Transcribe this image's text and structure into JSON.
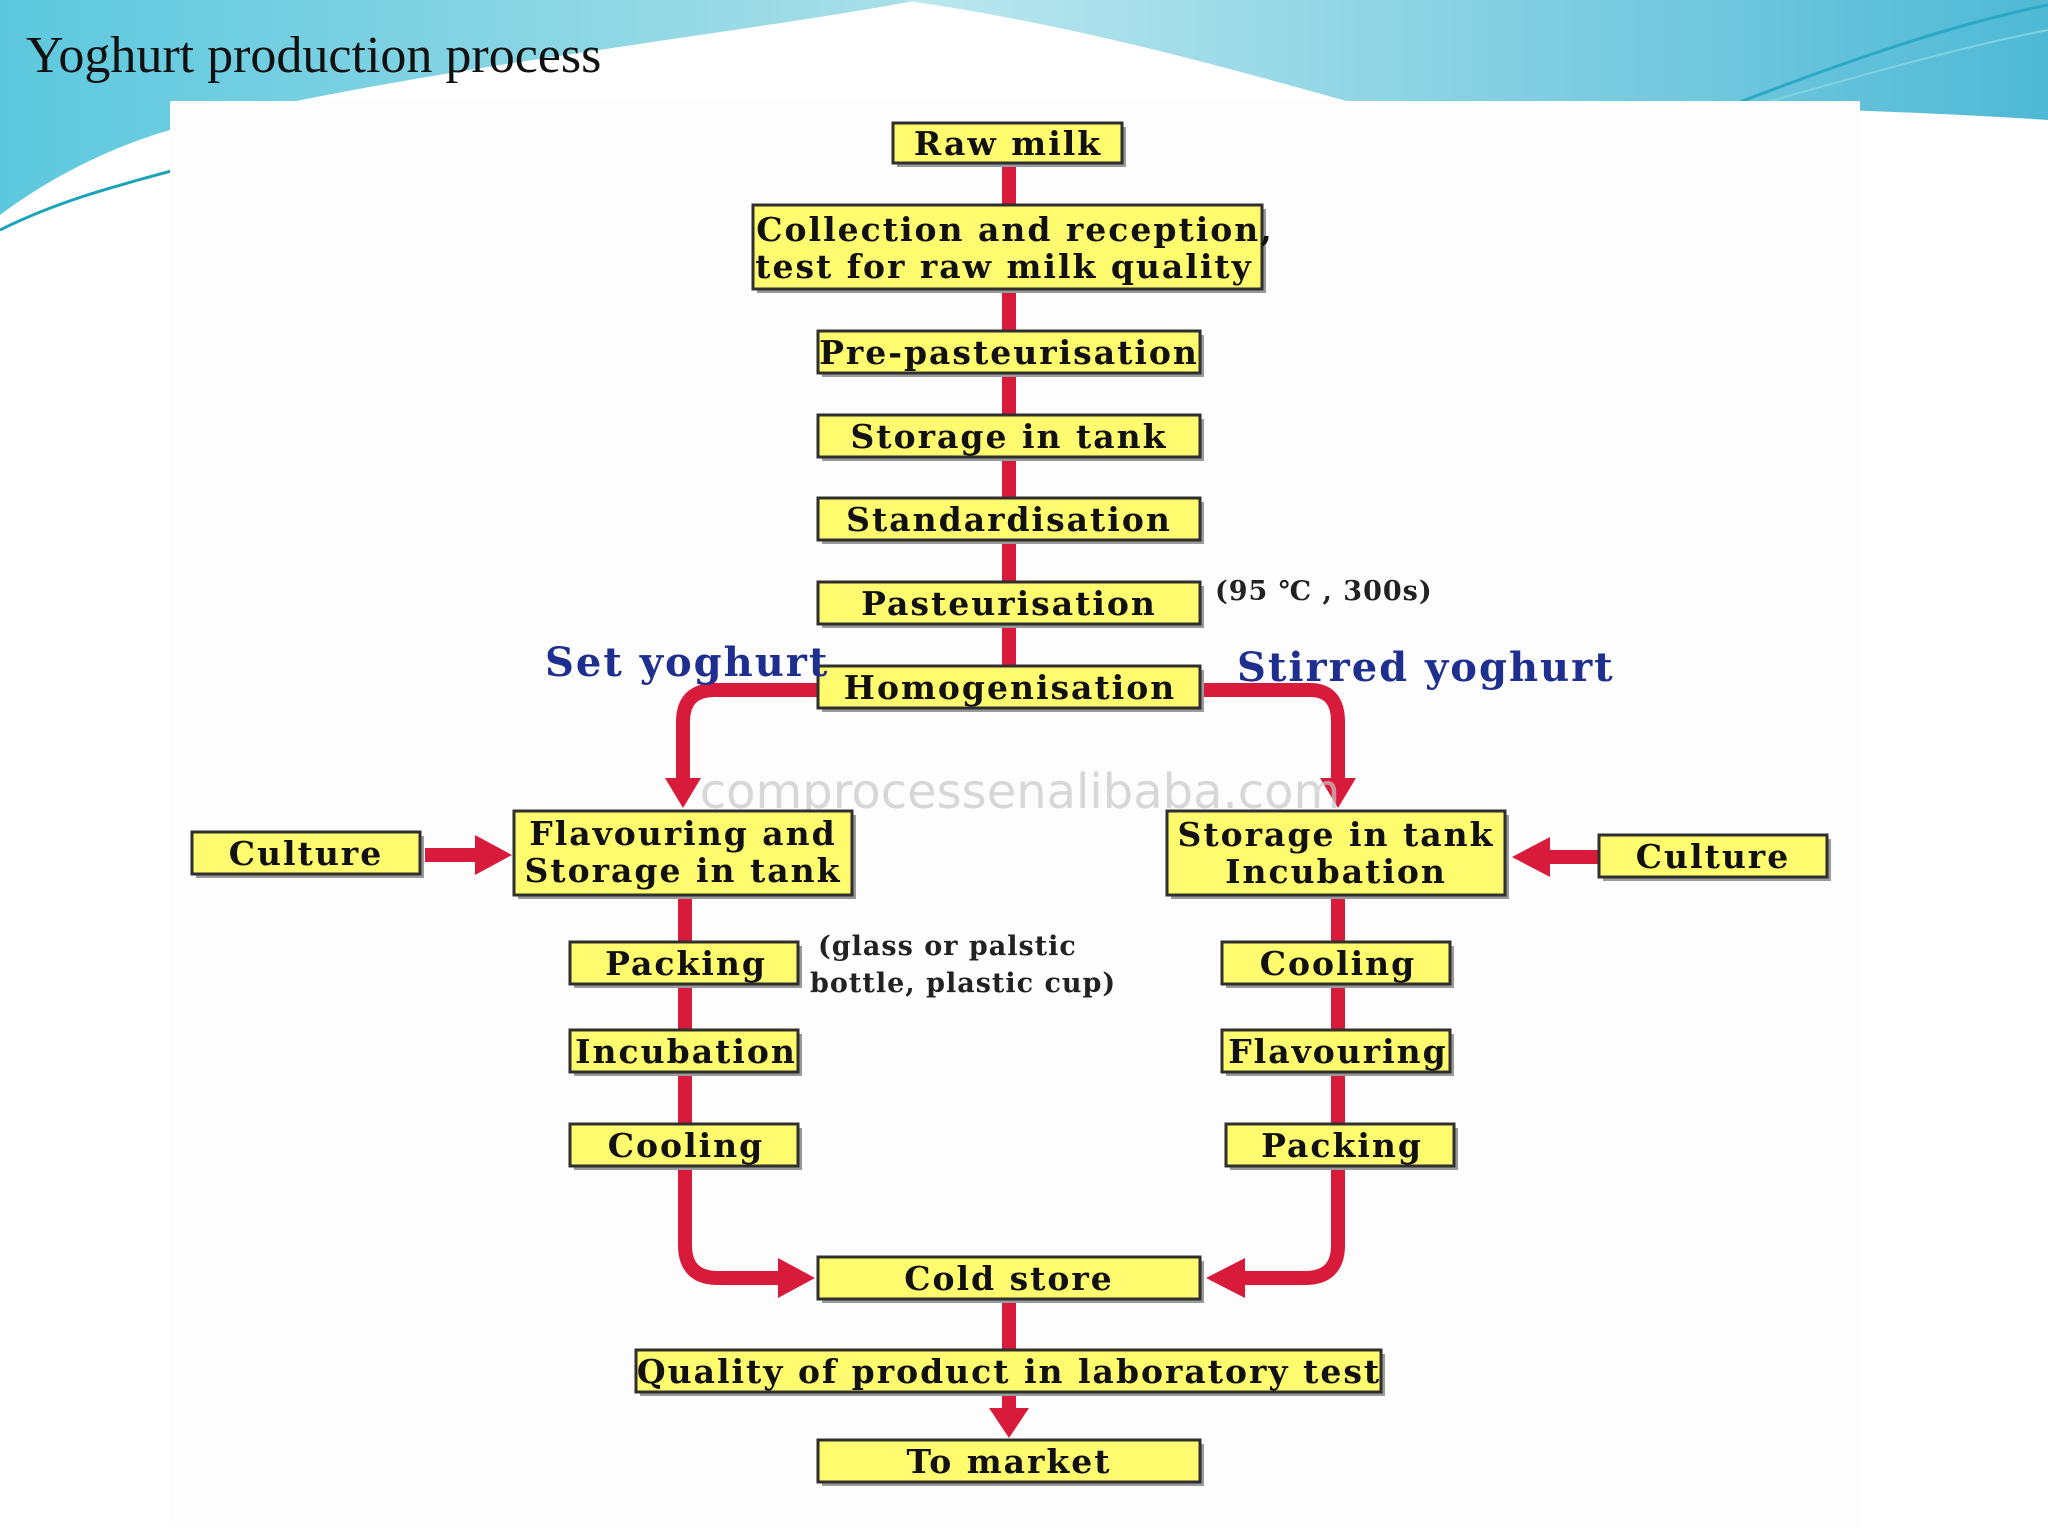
{
  "slide": {
    "title": "Yoghurt production process"
  },
  "main_chain": [
    {
      "id": "raw-milk",
      "lines": [
        "Raw milk"
      ]
    },
    {
      "id": "collection",
      "lines": [
        "Collection and reception,",
        "test for raw milk quality"
      ]
    },
    {
      "id": "pre-pasteurisation",
      "lines": [
        "Pre-pasteurisation"
      ]
    },
    {
      "id": "storage-tank",
      "lines": [
        "Storage in tank"
      ]
    },
    {
      "id": "standardisation",
      "lines": [
        "Standardisation"
      ]
    },
    {
      "id": "pasteurisation",
      "lines": [
        "Pasteurisation"
      ]
    },
    {
      "id": "homogenisation",
      "lines": [
        "Homogenisation"
      ]
    }
  ],
  "pasteurisation_note": "(95 ℃ , 300s)",
  "branches": {
    "set": {
      "label": "Set yoghurt",
      "culture": "Culture",
      "steps": [
        {
          "id": "set-flavouring",
          "lines": [
            "Flavouring and",
            "Storage in tank"
          ]
        },
        {
          "id": "set-packing",
          "lines": [
            "Packing"
          ]
        },
        {
          "id": "set-incubation",
          "lines": [
            "Incubation"
          ]
        },
        {
          "id": "set-cooling",
          "lines": [
            "Cooling"
          ]
        }
      ],
      "packing_note": [
        "(glass or palstic",
        "bottle,  plastic cup)"
      ]
    },
    "stirred": {
      "label": "Stirred yoghurt",
      "culture": "Culture",
      "steps": [
        {
          "id": "stirred-storage",
          "lines": [
            "Storage in tank",
            "Incubation"
          ]
        },
        {
          "id": "stirred-cooling",
          "lines": [
            "Cooling"
          ]
        },
        {
          "id": "stirred-flavouring",
          "lines": [
            "Flavouring"
          ]
        },
        {
          "id": "stirred-packing",
          "lines": [
            "Packing"
          ]
        }
      ]
    }
  },
  "final_chain": [
    {
      "id": "cold-store",
      "lines": [
        "Cold store"
      ]
    },
    {
      "id": "quality-test",
      "lines": [
        "Quality of product in laboratory test"
      ]
    },
    {
      "id": "to-market",
      "lines": [
        "To market"
      ]
    }
  ],
  "watermark": "comprocessenalibaba.com",
  "colors": {
    "box_fill": "#fffb6e",
    "arrow": "#d81b3a",
    "branch_label": "#1e2f8f",
    "slide_accent": "#4fc4dc"
  }
}
